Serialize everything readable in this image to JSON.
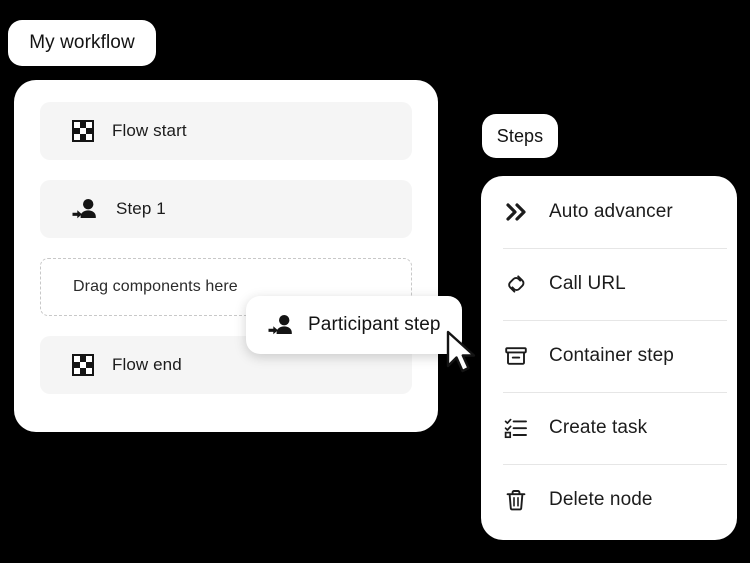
{
  "workflow": {
    "label": "My workflow",
    "nodes": [
      {
        "id": "flow-start",
        "label": "Flow start",
        "icon": "checkered-flag-icon",
        "type": "node"
      },
      {
        "id": "step-1",
        "label": "Step 1",
        "icon": "participant-step-icon",
        "type": "node"
      },
      {
        "id": "dropzone",
        "label": "Drag components here",
        "icon": "none",
        "type": "dropzone"
      },
      {
        "id": "flow-end",
        "label": "Flow end",
        "icon": "checkered-flag-icon",
        "type": "node"
      }
    ]
  },
  "drag_chip": {
    "label": "Participant step",
    "icon": "participant-step-icon"
  },
  "cursor": {
    "icon": "mouse-pointer-icon"
  },
  "steps_panel": {
    "label": "Steps",
    "items": [
      {
        "id": "auto-advancer",
        "label": "Auto advancer",
        "icon": "double-chevron-right-icon"
      },
      {
        "id": "call-url",
        "label": "Call URL",
        "icon": "link-icon"
      },
      {
        "id": "container-step",
        "label": "Container step",
        "icon": "archive-box-icon"
      },
      {
        "id": "create-task",
        "label": "Create task",
        "icon": "checklist-icon"
      },
      {
        "id": "delete-node",
        "label": "Delete node",
        "icon": "trash-icon"
      }
    ]
  },
  "colors": {
    "background": "#000000",
    "card": "#ffffff",
    "node": "#f5f5f5",
    "text": "#1c1c1c",
    "divider": "#e6e6e6",
    "dashed_border": "#c8c8c8"
  }
}
